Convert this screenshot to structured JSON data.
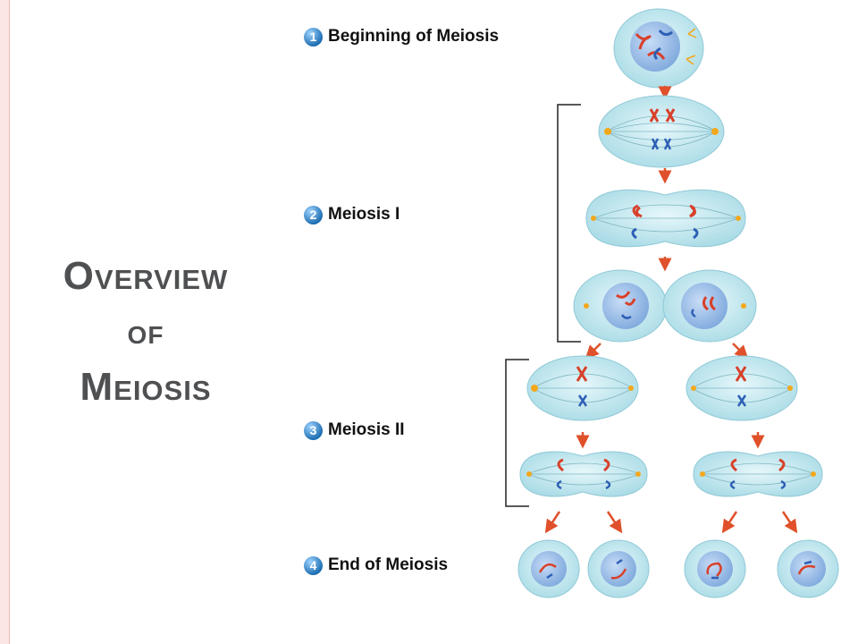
{
  "title": {
    "line1": "Overview",
    "line2": "of",
    "line3": "Meiosis"
  },
  "stages": [
    {
      "number": "1",
      "label": "Beginning of Meiosis"
    },
    {
      "number": "2",
      "label": "Meiosis I"
    },
    {
      "number": "3",
      "label": "Meiosis II"
    },
    {
      "number": "4",
      "label": "End of Meiosis"
    }
  ],
  "colors": {
    "cell": "#bfe6ee",
    "nucleus": "#8fb8e4",
    "chromosome_red": "#d8402a",
    "chromosome_blue": "#2d5fb5",
    "arrow": "#e0502a",
    "centrosome": "#f3a81b"
  }
}
